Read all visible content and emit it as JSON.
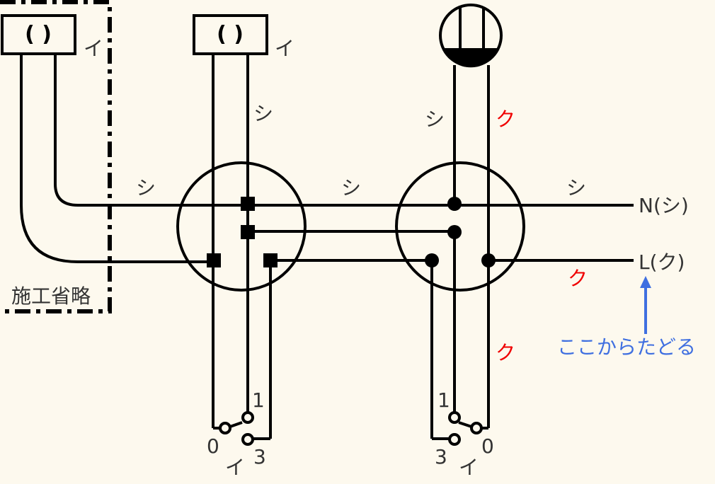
{
  "diagram": {
    "background": "#fdf9ee",
    "omitted_area_label": "施工省略",
    "lamps": [
      {
        "id": "left",
        "symbol": "( )",
        "label": "イ"
      },
      {
        "id": "center",
        "symbol": "( )",
        "label": "イ"
      }
    ],
    "ceiling_fixture": {
      "type": "receptacle-symbol"
    },
    "wire_labels": {
      "left_horizontal": "シ",
      "center_top_vertical": "シ",
      "middle_horizontal": "シ",
      "right_fixture_left": "シ",
      "right_fixture_right": "ク",
      "right_horizontal_top": "シ",
      "right_horizontal_bottom": "ク",
      "right_vertical_lower": "ク"
    },
    "terminals": {
      "neutral": "N(シ)",
      "line": "L(ク)"
    },
    "annotation": {
      "text": "ここからたどる",
      "color": "#3f6fe0"
    },
    "switches": [
      {
        "id": "left-switch",
        "pos0": "0",
        "pos1": "1",
        "pos3": "3",
        "label": "イ"
      },
      {
        "id": "right-switch",
        "pos0": "0",
        "pos1": "1",
        "pos3": "3",
        "label": "イ"
      }
    ],
    "colors": {
      "red_label": "#f00000",
      "blue_label": "#3f6fe0",
      "wire": "#000000"
    }
  }
}
